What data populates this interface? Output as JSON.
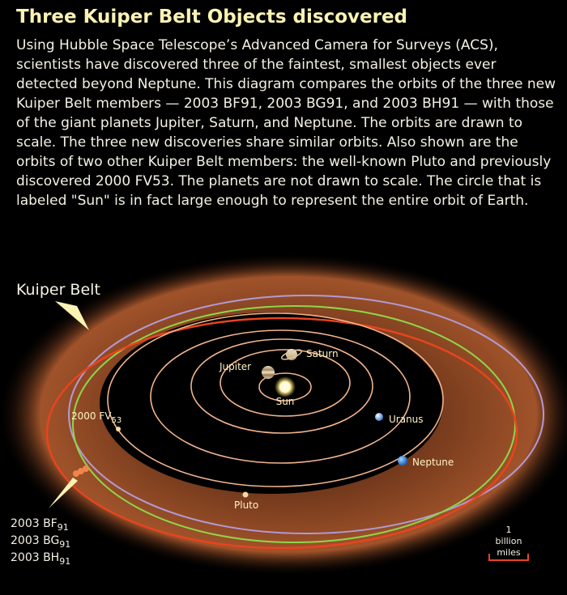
{
  "title": "Three Kuiper Belt Objects discovered",
  "description": "Using Hubble Space Telescope’s Advanced Camera for Surveys (ACS), scientists have discovered three of the faintest, smallest objects ever detected beyond Neptune. This diagram compares the orbits of the three new Kuiper Belt members — 2003 BF91, 2003 BG91, and 2003 BH91 — with those of the giant planets Jupiter, Saturn, and Neptune. The orbits are drawn to scale. The three new discoveries share similar orbits. Also shown are the orbits of two other Kuiper Belt members: the well-known Pluto and previously discovered 2000 FV53. The planets are not drawn to scale. The circle that is labeled \"Sun\" is in fact large enough to represent the entire orbit of Earth.",
  "labels": {
    "kuiper_belt": "Kuiper Belt",
    "sun": "Sun",
    "jupiter": "Jupiter",
    "saturn": "Saturn",
    "uranus": "Uranus",
    "neptune": "Neptune",
    "pluto": "Pluto",
    "fv53_main": "2000 FV",
    "fv53_sub": "53",
    "kbo": [
      {
        "main": "2003 BF",
        "sub": "91"
      },
      {
        "main": "2003 BG",
        "sub": "91"
      },
      {
        "main": "2003 BH",
        "sub": "91"
      }
    ]
  },
  "scale_bar": {
    "line1": "1",
    "line2": "billion",
    "line3": "miles"
  },
  "colors": {
    "title": "#fbf3b4",
    "orbit": "#f1b48c",
    "kbo_orbit": "#e8441f",
    "fv53_orbit": "#8fd64a",
    "pluto_orbit": "#b29ad6",
    "belt": "#a0532a",
    "scale_bar": "#e8441f"
  },
  "icons": [
    "sun-icon",
    "jupiter-icon",
    "saturn-icon",
    "uranus-icon",
    "neptune-icon",
    "pluto-icon",
    "fv53-icon",
    "kbo-icon"
  ]
}
